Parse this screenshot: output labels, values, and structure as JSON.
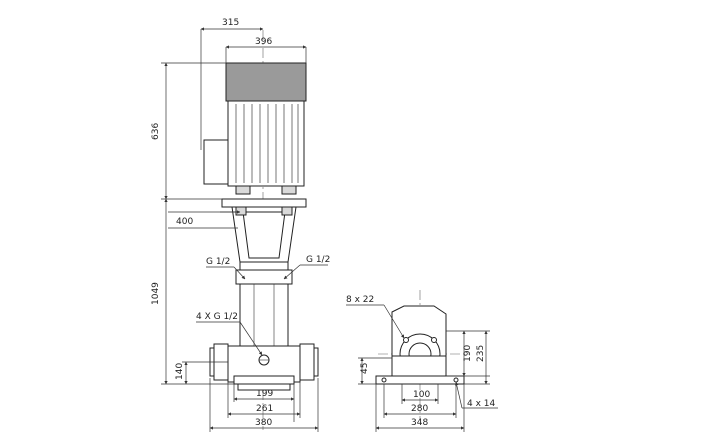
{
  "front_view": {
    "dims": {
      "top_315": "315",
      "top_396": "396",
      "height_636": "636",
      "flange_400": "400",
      "height_1049": "1049",
      "height_140": "140",
      "base_199": "199",
      "base_261": "261",
      "base_380": "380"
    },
    "notes": {
      "g_left": "G 1/2",
      "g_right": "G 1/2",
      "drain": "4 X G 1/2"
    }
  },
  "side_view": {
    "dims": {
      "holes_8x22": "8 x 22",
      "height_45": "45",
      "height_190": "190",
      "height_235": "235",
      "width_100": "100",
      "width_280": "280",
      "width_348": "348",
      "holes_4x14": "4 x 14"
    }
  }
}
